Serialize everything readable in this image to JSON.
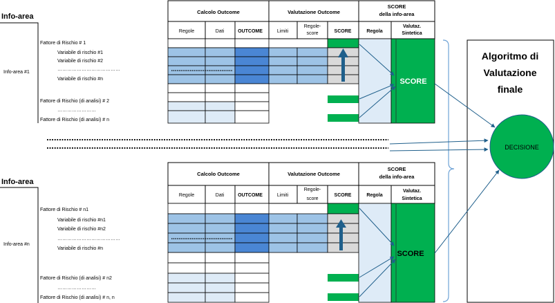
{
  "blocks": [
    {
      "info_area_title": "Info-area",
      "info_area_label": "Info-area #1",
      "headers": {
        "calcolo": "Calcolo Outcome",
        "valutazione": "Valutazione Outcome",
        "score_line1": "SCORE",
        "score_line2": "della info-area"
      },
      "subheaders": {
        "regole": "Regole",
        "dati": "Dati",
        "outcome": "OUTCOME",
        "limiti": "Limiti",
        "regole_score_1": "Regole-",
        "regole_score_2": "score",
        "score": "SCORE",
        "regola": "Regola",
        "valutaz_1": "Valutaz.",
        "valutaz_2": "Sintetica"
      },
      "rows": [
        "Fattore di Rischio # 1",
        "Variabile di rischio #1",
        "Variabile di rischio #2",
        "…………………………………",
        "Variabile di rischio #n",
        "Fattore di Rischio (di analisi) # 2",
        "……………………",
        "Fattore di Rischio (di analisi) # n"
      ],
      "score_label": "SCORE"
    },
    {
      "info_area_title": "Info-area",
      "info_area_label": "Info-area #n",
      "headers": {
        "calcolo": "Calcolo Outcome",
        "valutazione": "Valutazione Outcome",
        "score_line1": "SCORE",
        "score_line2": "della info-area"
      },
      "subheaders": {
        "regole": "Regole",
        "dati": "Dati",
        "outcome": "OUTCOME",
        "limiti": "Limiti",
        "regole_score_1": "Regole-",
        "regole_score_2": "score",
        "score": "SCORE",
        "regola": "Regola",
        "valutaz_1": "Valutaz.",
        "valutaz_2": "Sintetica"
      },
      "rows": [
        "Fattore di Rischio # n1",
        "Variabile di rischio #n1",
        "Variabile di rischio #n2",
        "…………………………………",
        "Variabile di rischio #n",
        "Fattore di Rischio (di analisi) # n2",
        "……………………",
        "Fattore di Rischio (di analisi) # n, n"
      ],
      "score_label": "SCORE"
    }
  ],
  "algoritmo": {
    "line1": "Algoritmo di",
    "line2": "Valutazione",
    "line3": "finale"
  },
  "decisione": "DECISIONE",
  "colors": {
    "green": "#00b050",
    "light_blue": "#9dc3e6",
    "blue": "#4a86d4",
    "grid_gray": "#d9d9d9",
    "pale_blue": "#deebf7",
    "arrow_blue": "#1f5f8b"
  }
}
